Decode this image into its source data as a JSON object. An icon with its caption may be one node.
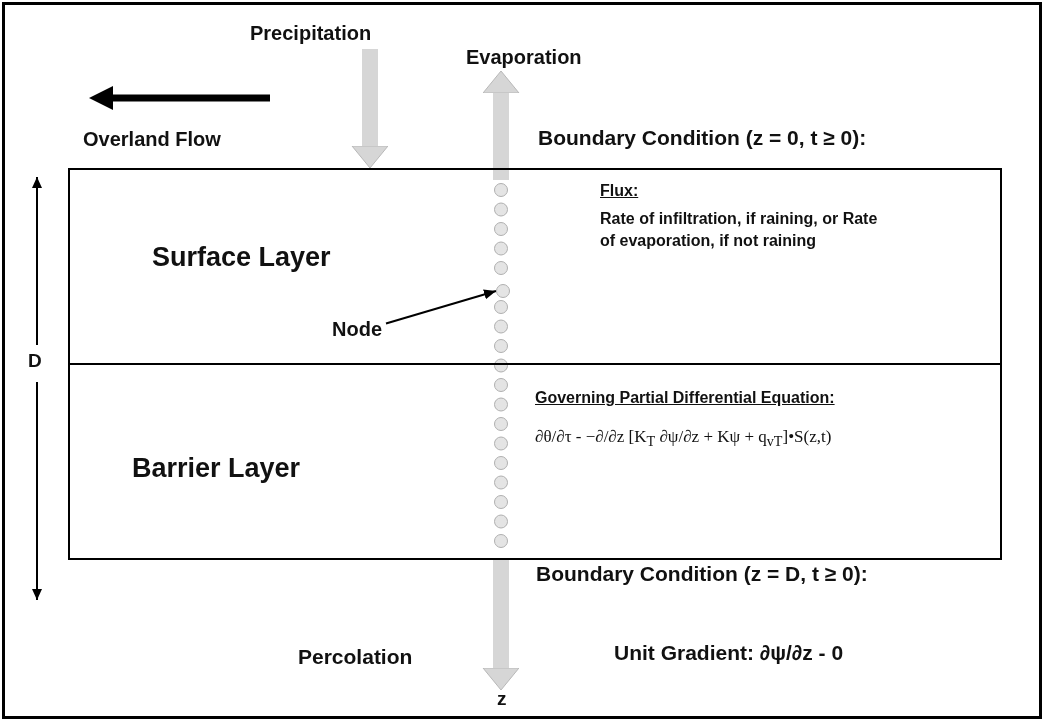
{
  "diagram": {
    "nodes": [
      {
        "text": [
          "Precipitation"
        ]
      },
      {
        "text": [
          "Evaporation"
        ]
      },
      {
        "text": [
          "Surface Layer",
          "Flux:",
          "Rate of infiltration, if raining, or Rate of evaporation, if not raining"
        ]
      },
      {
        "text": [
          "Node"
        ],
        "in": 2
      },
      {
        "text": [],
        "shape": "circle",
        "in": 2
      },
      {
        "text": [
          "Barrier Layer",
          "Governing Partial Differential Equation:",
          "∂θ/∂τ - −∂/∂z [K$_{T}$ ∂ψ/∂z + Kψ + q$_{vT}$]•S(z,t)"
        ]
      }
    ],
    "edges": [
      {
        "from": 0,
        "to": 2,
        "arrow": "to"
      },
      {
        "from": 2,
        "to": 1,
        "arrow": "to"
      },
      {
        "from": 3,
        "to": 4,
        "arrow": "to",
        "color": "#000000"
      },
      {
        "from": 5,
        "to": null,
        "arrow": "to"
      }
    ],
    "labels": [
      "Overland Flow",
      "Boundary Condition (z = 0, t ≥ 0):",
      "D",
      "Boundary Condition (z = D, t ≥ 0):",
      "Percolation",
      "Unit Gradient: ∂ψ/∂z - 0",
      "z"
    ]
  }
}
